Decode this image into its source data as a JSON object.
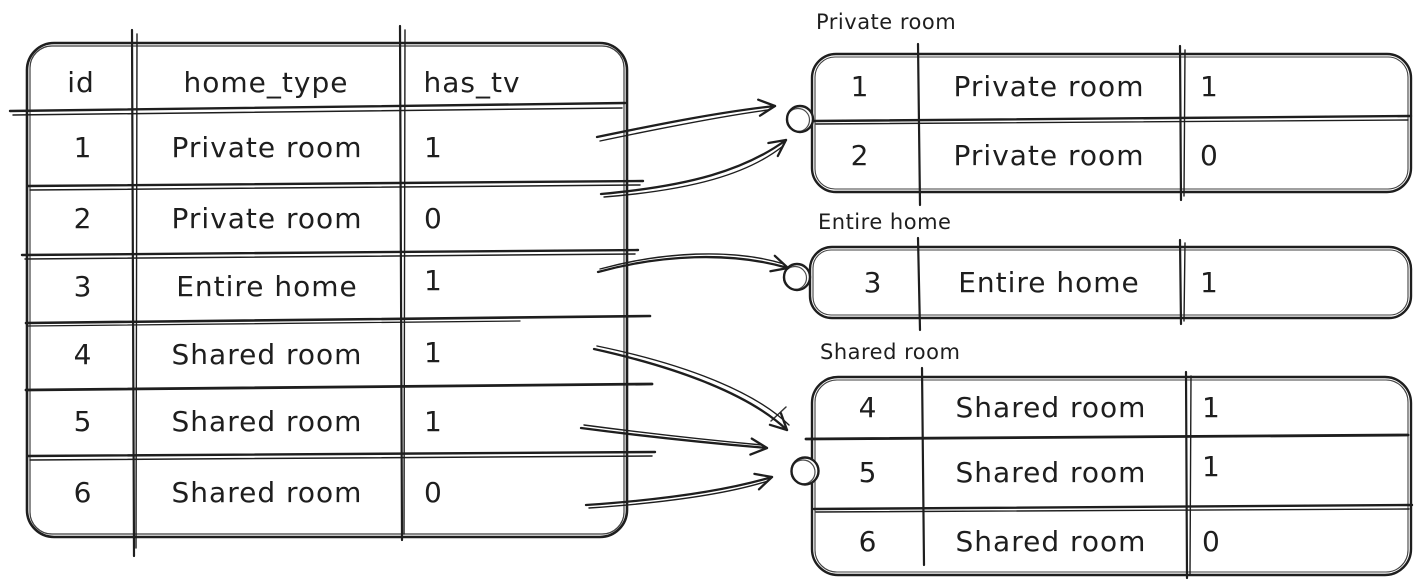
{
  "app": {
    "background_color": "#ffffff",
    "ink_color": "#1e1e1e",
    "description": "Hand-drawn diagram of a table grouped by home_type into three group tables"
  },
  "source_table": {
    "columns": [
      "id",
      "home_type",
      "has_tv"
    ],
    "rows": [
      {
        "id": "1",
        "home_type": "Private room",
        "has_tv": "1"
      },
      {
        "id": "2",
        "home_type": "Private room",
        "has_tv": "0"
      },
      {
        "id": "3",
        "home_type": "Entire home",
        "has_tv": "1"
      },
      {
        "id": "4",
        "home_type": "Shared room",
        "has_tv": "1"
      },
      {
        "id": "5",
        "home_type": "Shared room",
        "has_tv": "1"
      },
      {
        "id": "6",
        "home_type": "Shared room",
        "has_tv": "0"
      }
    ]
  },
  "groups": [
    {
      "label": "Private room",
      "rows": [
        {
          "id": "1",
          "home_type": "Private room",
          "has_tv": "1"
        },
        {
          "id": "2",
          "home_type": "Private room",
          "has_tv": "0"
        }
      ]
    },
    {
      "label": "Entire home",
      "rows": [
        {
          "id": "3",
          "home_type": "Entire home",
          "has_tv": "1"
        }
      ]
    },
    {
      "label": "Shared room",
      "rows": [
        {
          "id": "4",
          "home_type": "Shared room",
          "has_tv": "1"
        },
        {
          "id": "5",
          "home_type": "Shared room",
          "has_tv": "1"
        },
        {
          "id": "6",
          "home_type": "Shared room",
          "has_tv": "0"
        }
      ]
    }
  ],
  "relations": [
    {
      "from_row_id": "1",
      "to_group": "Private room"
    },
    {
      "from_row_id": "2",
      "to_group": "Private room"
    },
    {
      "from_row_id": "3",
      "to_group": "Entire home"
    },
    {
      "from_row_id": "4",
      "to_group": "Shared room"
    },
    {
      "from_row_id": "5",
      "to_group": "Shared room"
    },
    {
      "from_row_id": "6",
      "to_group": "Shared room"
    }
  ]
}
